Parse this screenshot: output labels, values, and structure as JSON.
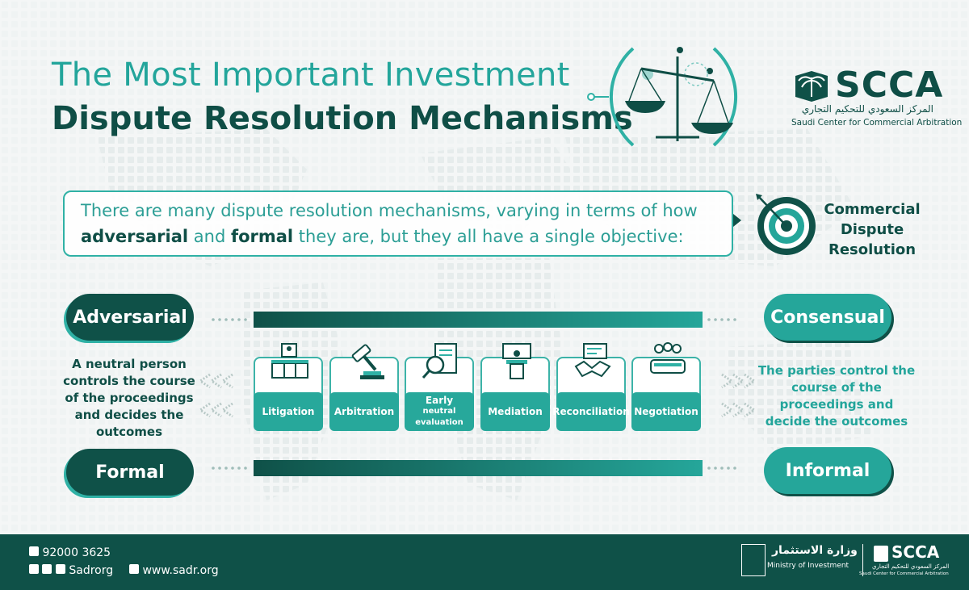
{
  "title": {
    "line1": "The Most Important Investment",
    "line2": "Dispute Resolution Mechanisms"
  },
  "logo": {
    "name": "SCCA",
    "arabic": "المركز السعودي للتحكيم التجاري",
    "english": "Saudi Center for Commercial Arbitration"
  },
  "intro": {
    "part1": "There are many dispute resolution mechanisms, varying in terms of how",
    "bold1": "adversarial",
    "part2": " and ",
    "bold2": "formal",
    "part3": " they are, but they all have a single objective:"
  },
  "objective": {
    "line1": "Commercial",
    "line2": "Dispute",
    "line3": "Resolution"
  },
  "left": {
    "top": "Adversarial",
    "bottom": "Formal",
    "description": [
      "A neutral person",
      "controls the course",
      "of the proceedings",
      "and decides the",
      "outcomes"
    ]
  },
  "right": {
    "top": "Consensual",
    "bottom": "Informal",
    "description": [
      "The parties control the",
      "course of the",
      "proceedings and",
      "decide the outcomes"
    ]
  },
  "mechanisms": [
    {
      "label": "Litigation",
      "icon": "court-icon"
    },
    {
      "label": "Arbitration",
      "icon": "gavel-icon"
    },
    {
      "label": "Early",
      "sub": "neutral evaluation",
      "icon": "evaluation-icon"
    },
    {
      "label": "Mediation",
      "icon": "podium-icon"
    },
    {
      "label": "Reconciliation",
      "icon": "handshake-icon"
    },
    {
      "label": "Negotiation",
      "icon": "meeting-table-icon"
    }
  ],
  "footer": {
    "phone": "92000 3625",
    "social": "Sadrorg",
    "website": "www.sadr.org",
    "ministry_ar": "وزارة الاستثمار",
    "ministry_en": "Ministry of Investment",
    "scca": "SCCA",
    "scca_ar": "المركز السعودي للتحكيم التجاري",
    "scca_en": "Saudi Center for Commercial Arbitration"
  },
  "colors": {
    "dark": "#0f5148",
    "teal": "#25a69a",
    "title_teal": "#23a59b"
  }
}
